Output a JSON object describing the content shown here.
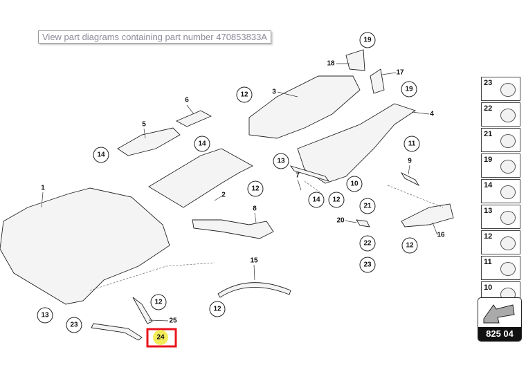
{
  "tooltip": "View part diagrams containing part number 470853833A",
  "callouts": [
    "19",
    "12",
    "19",
    "14",
    "14",
    "11",
    "13",
    "10",
    "12",
    "14",
    "12",
    "21",
    "22",
    "12",
    "23",
    "12",
    "12",
    "13",
    "23",
    "24"
  ],
  "labels": [
    "18",
    "17",
    "3",
    "4",
    "6",
    "5",
    "9",
    "2",
    "7",
    "1",
    "8",
    "20",
    "16",
    "15",
    "25"
  ],
  "highlighted": "24",
  "highlight_color": "#e8141c",
  "legend": [
    "23",
    "22",
    "21",
    "19",
    "14",
    "13",
    "12",
    "11",
    "10"
  ],
  "diagram_number": "825 04"
}
